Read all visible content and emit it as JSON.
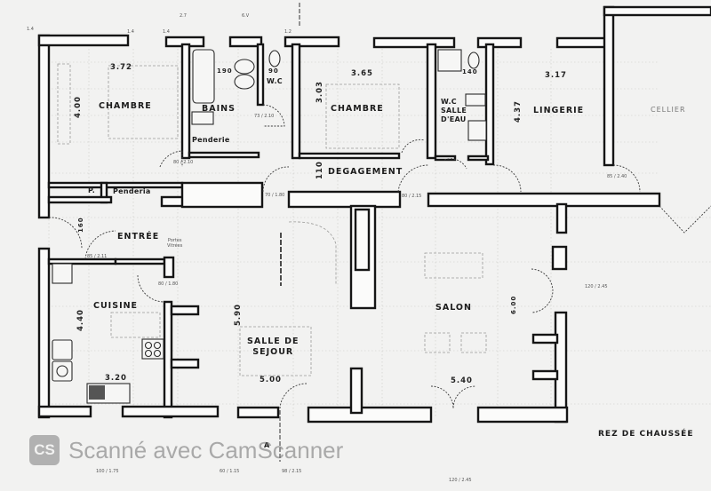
{
  "plan": {
    "title": "REZ DE CHAUSSÉE",
    "section_marker": "A",
    "rooms": [
      {
        "id": "chambre1",
        "label": "CHAMBRE",
        "width": "3.72",
        "depth": "4.00"
      },
      {
        "id": "bains",
        "label": "BAINS",
        "dim": "190"
      },
      {
        "id": "penderie1",
        "label": "Penderie"
      },
      {
        "id": "wc1",
        "label": "W.C",
        "dim": "90"
      },
      {
        "id": "chambre2",
        "label": "CHAMBRE",
        "width": "3.65",
        "depth": "3.03"
      },
      {
        "id": "wc-salle-eau",
        "label_line1": "W.C",
        "label_line2": "SALLE",
        "label_line3": "D'EAU",
        "dim": "140"
      },
      {
        "id": "lingerie",
        "label": "LINGERIE",
        "width": "3.17",
        "depth": "4.37"
      },
      {
        "id": "cellier",
        "label": "CELLIER"
      },
      {
        "id": "degagement",
        "label": "DEGAGEMENT",
        "dim": "110"
      },
      {
        "id": "placard",
        "label": "P."
      },
      {
        "id": "penderie2",
        "label": "Penderia"
      },
      {
        "id": "entree",
        "label": "ENTRÉE",
        "dim": "160",
        "note_line1": "Portes",
        "note_line2": "Vitrées"
      },
      {
        "id": "cuisine",
        "label": "CUISINE",
        "width": "3.20",
        "depth": "4.40"
      },
      {
        "id": "sejour",
        "label_line1": "SALLE DE",
        "label_line2": "SEJOUR",
        "width": "5.00",
        "depth": "5.90"
      },
      {
        "id": "salon",
        "label": "SALON",
        "width": "5.40",
        "depth": "6.00"
      }
    ],
    "door_dims": [
      "80 / 2.10",
      "73 / 2.10",
      "85 / 2.11",
      "80 / 1.80",
      "70 / 1.80",
      "80 / 2.15",
      "85 / 2.40",
      "120 / 2.45"
    ],
    "bottom_dims": [
      "100 / 1.75",
      "60 / 1.15",
      "98 / 2.15",
      "120 / 2.45"
    ],
    "top_markers": [
      "1.4",
      "1.4",
      "1.4",
      "2.7",
      "6.V",
      "1.2"
    ]
  },
  "watermark": {
    "logo": "CS",
    "text": "Scanné avec CamScanner"
  }
}
